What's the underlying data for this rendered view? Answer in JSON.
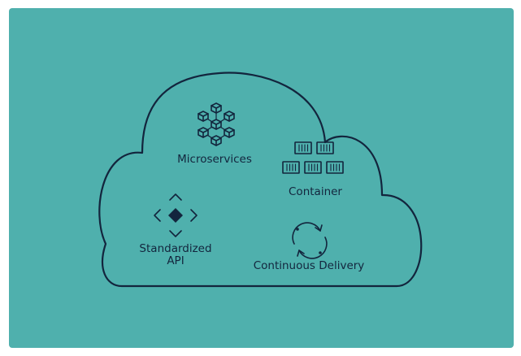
{
  "diagram": {
    "colors": {
      "background": "#4fb0ad",
      "ink": "#13253d"
    },
    "nodes": [
      {
        "id": "microservices",
        "label": "Microservices",
        "icon": "connected-cubes-icon"
      },
      {
        "id": "container",
        "label": "Container",
        "icon": "shipping-containers-icon"
      },
      {
        "id": "api",
        "label_line1": "Standardized",
        "label_line2": "API",
        "icon": "diamond-arrows-icon"
      },
      {
        "id": "delivery",
        "label": "Continuous Delivery",
        "icon": "refresh-cycle-icon"
      }
    ]
  }
}
